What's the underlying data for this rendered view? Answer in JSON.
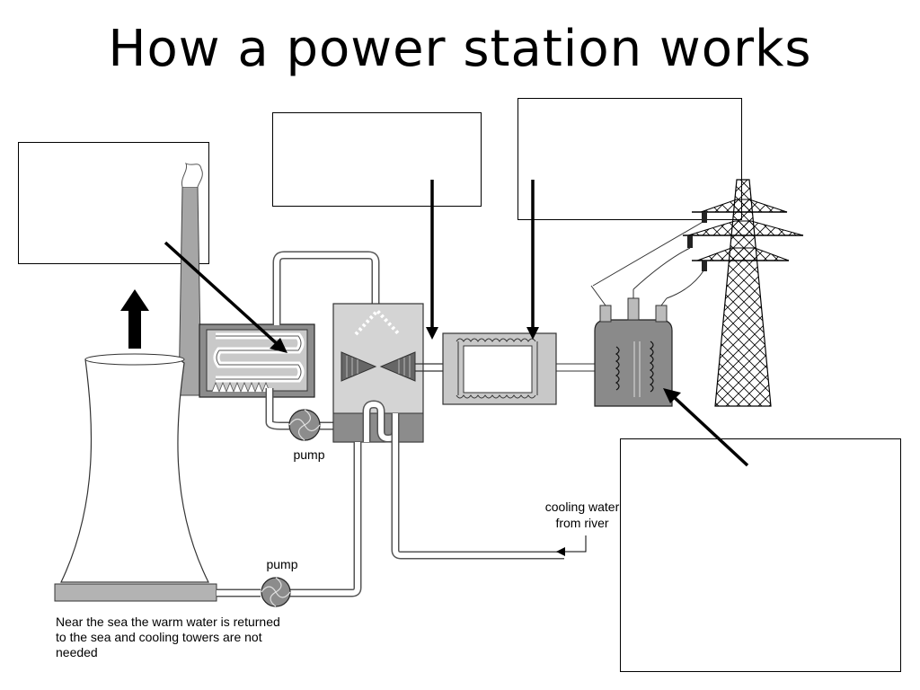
{
  "title": "How a power station works",
  "labels": {
    "pump_upper": "pump",
    "pump_lower": "pump",
    "cooling_line1": "cooling water",
    "cooling_line2": "from river"
  },
  "note": "Near the sea the warm water is returned to the sea and cooling towers are not needed",
  "colors": {
    "cooling_tower": "#ffffff",
    "chimney": "#a6a6a6",
    "boiler": "#8c8c8c",
    "turbine_hall": "#d4d4d4",
    "generator": "#c8c8c8",
    "transformer": "#8a8a8a",
    "pylon": "#ffffff",
    "arrow": "#000000"
  },
  "blank_boxes": [
    "box-top-left",
    "box-top-center",
    "box-top-right",
    "box-bottom-right"
  ]
}
